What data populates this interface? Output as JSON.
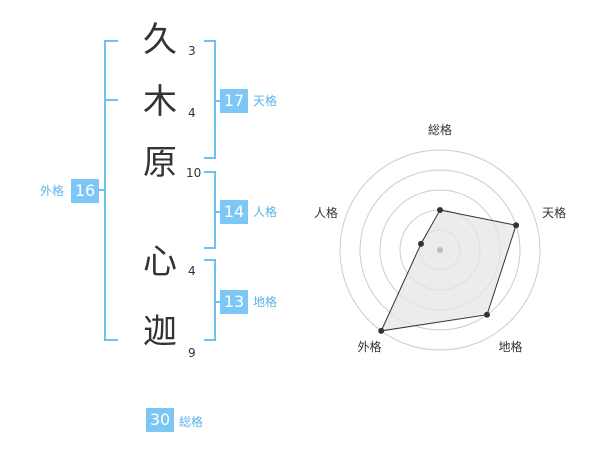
{
  "name": {
    "chars": [
      {
        "char": "久",
        "strokes": "3"
      },
      {
        "char": "木",
        "strokes": "4"
      },
      {
        "char": "原",
        "strokes": "10"
      },
      {
        "char": "心",
        "strokes": "4"
      },
      {
        "char": "迦",
        "strokes": "9"
      }
    ]
  },
  "fortunes": {
    "tenkaku": {
      "value": "17",
      "label": "天格"
    },
    "jinkaku": {
      "value": "14",
      "label": "人格"
    },
    "chikaku": {
      "value": "13",
      "label": "地格"
    },
    "gaikaku": {
      "value": "16",
      "label": "外格"
    },
    "soukaku": {
      "value": "30",
      "label": "総格"
    }
  },
  "colors": {
    "accent": "#7cc7f5",
    "accent_text": "#5ab4e8",
    "line": "#6ec0f0"
  },
  "chart_data": {
    "type": "radar",
    "axes": [
      "総格",
      "天格",
      "地格",
      "外格",
      "人格"
    ],
    "max": 5,
    "rings": 5,
    "values": [
      2,
      4,
      4,
      5,
      1
    ]
  }
}
